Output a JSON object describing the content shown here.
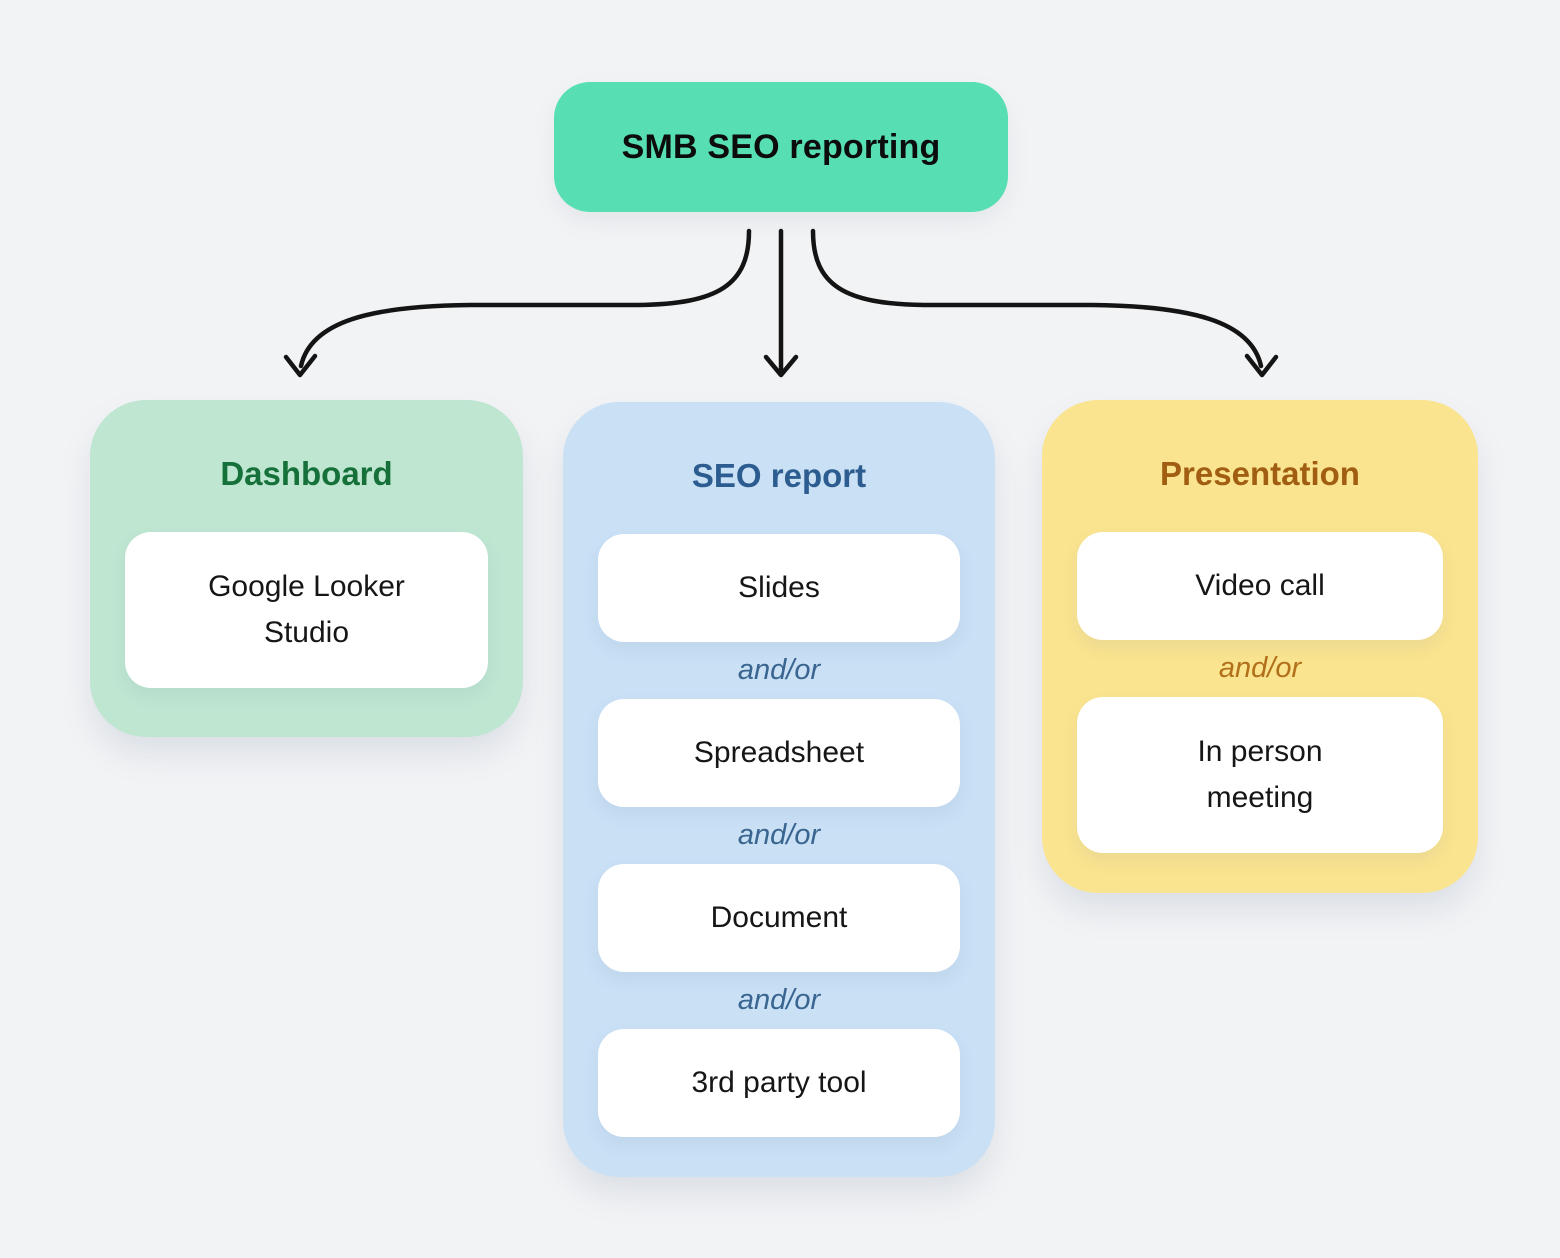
{
  "root": {
    "label": "SMB SEO reporting"
  },
  "separator_label": "and/or",
  "columns": {
    "dashboard": {
      "title": "Dashboard",
      "cards": [
        "Google Looker\nStudio"
      ]
    },
    "seo_report": {
      "title": "SEO report",
      "cards": [
        "Slides",
        "Spreadsheet",
        "Document",
        "3rd party tool"
      ]
    },
    "presentation": {
      "title": "Presentation",
      "cards": [
        "Video call",
        "In person\nmeeting"
      ]
    }
  },
  "colors": {
    "page-bg": "#f2f3f5",
    "root-fill": "#57dfb3",
    "root-text": "#0c0c0c",
    "dashboard-fill": "#bee6d1",
    "dashboard-title": "#15703a",
    "seo-fill": "#c9e0f5",
    "seo-title": "#2d5d90",
    "seo-separator": "#3a6590",
    "presentation-fill": "#fae48f",
    "presentation-title": "#a15e12",
    "presentation-separator": "#b17019",
    "card-fill": "#ffffff",
    "card-text": "#161616",
    "arrow": "#141414"
  }
}
